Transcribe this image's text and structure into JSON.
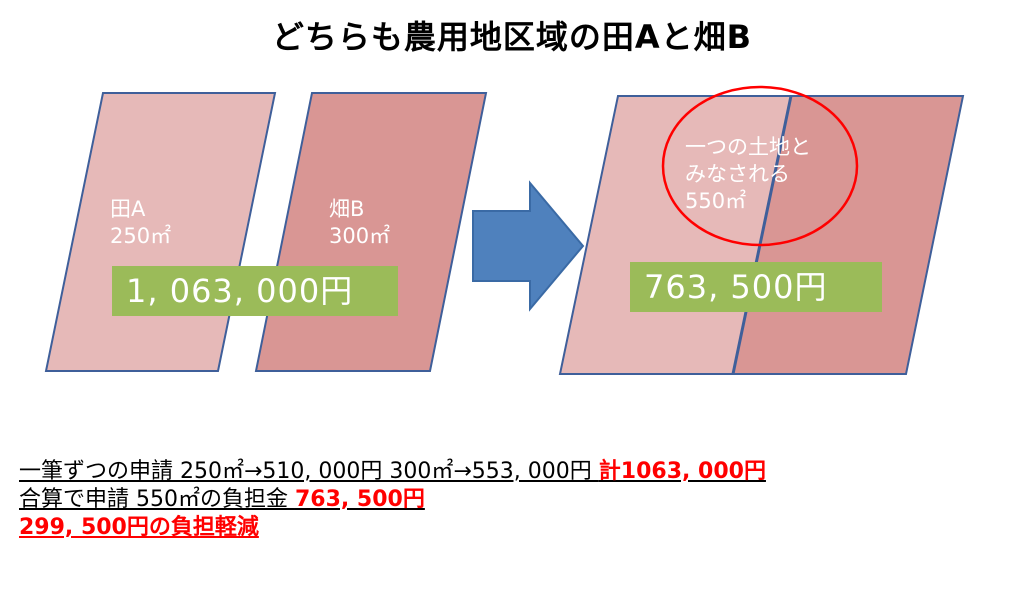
{
  "title": "どちらも農用地区域の田Aと畑B",
  "left": {
    "field_a": {
      "name": "田A",
      "area": "250㎡"
    },
    "field_b": {
      "name": "畑B",
      "area": "300㎡"
    },
    "cost": "1, 063, 000円"
  },
  "right": {
    "note_line1": "一つの土地と",
    "note_line2": "みなされる",
    "note_line3": "550㎡",
    "cost": "763, 500円"
  },
  "summary": {
    "line1_text": "一筆ずつの申請  250㎡→510, 000円  300㎡→553, 000円 ",
    "line1_total": "計1063, 000円",
    "line2_text": "合算で申請  550㎡の負担金 ",
    "line2_amount": "763, 500円",
    "line3": "299, 500円の負担軽減"
  },
  "colors": {
    "field_light": "#e6b9b8",
    "field_dark": "#d99694",
    "outline": "#3f5f9a",
    "cost_box": "#9bbb59",
    "arrow": "#4f81bd",
    "circle": "#ff0000",
    "emphasis": "#ff0000"
  }
}
